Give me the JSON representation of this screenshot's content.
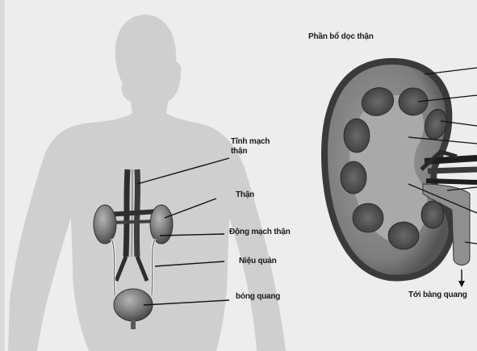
{
  "body_labels": {
    "renal_vein": "Tĩnh mạch thận",
    "kidney": "Thận",
    "renal_artery": "Động mạch thận",
    "ureter": "Niệu quản",
    "bladder": "bóng quang"
  },
  "kidney_section": {
    "title": "Phần bổ dọc thận",
    "to_bladder": "Tới bàng quang"
  },
  "colors": {
    "background": "#ededed",
    "silhouette": "#cfcfcf",
    "organ": "#7f7f7f",
    "vessel": "#2f2f2f",
    "line": "#111111"
  }
}
